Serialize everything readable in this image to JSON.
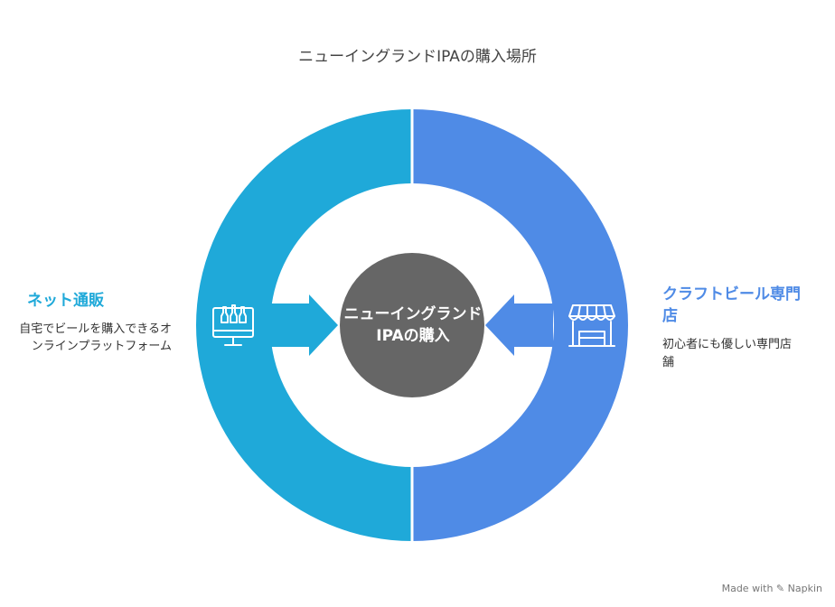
{
  "title": "ニューイングランドIPAの購入場所",
  "center": {
    "label": "ニューイングランドIPAの購入"
  },
  "left": {
    "label": "ネット通販",
    "description": "自宅でビールを購入できるオンラインプラットフォーム",
    "color": "#1FA9D9",
    "icon": "beer-bottles-monitor-icon"
  },
  "right": {
    "label": "クラフトビール専門店",
    "description": "初心者にも優しい専門店舗",
    "color": "#4F8BE6",
    "icon": "storefront-icon"
  },
  "center_color": "#666666",
  "footer": {
    "made_with": "Made with",
    "brand": "Napkin"
  }
}
